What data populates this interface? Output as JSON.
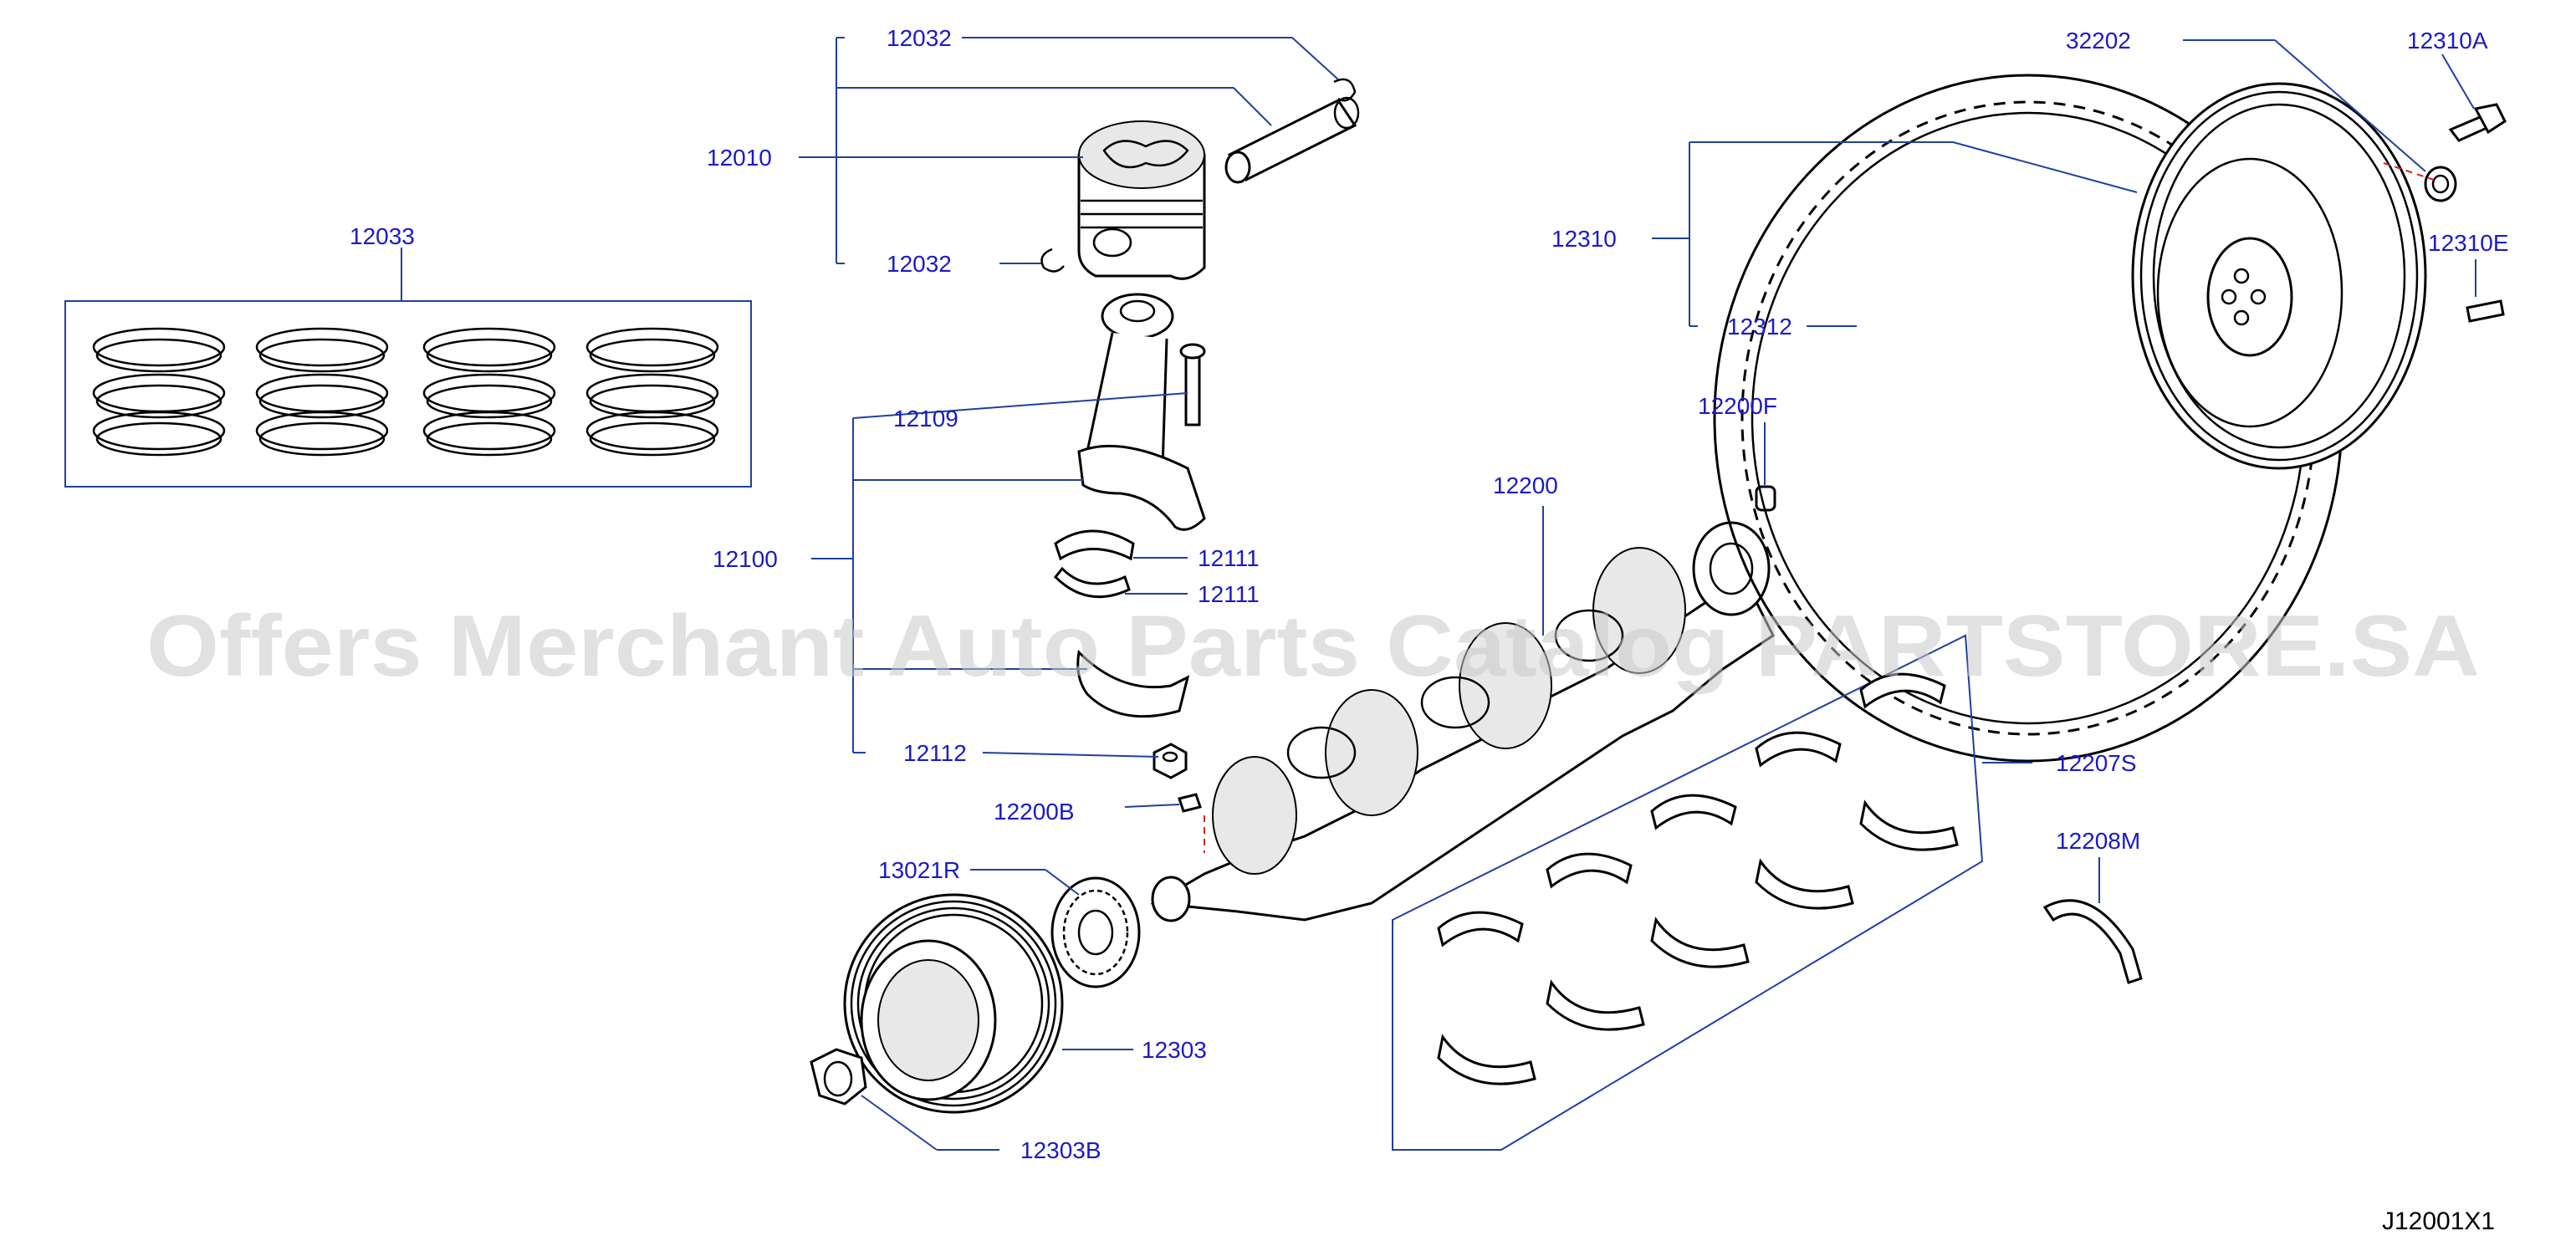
{
  "labels": {
    "l12032a": "12032",
    "l12010": "12010",
    "l12032b": "12032",
    "l12033": "12033",
    "l12109": "12109",
    "l12100": "12100",
    "l12111a": "12111",
    "l12111b": "12111",
    "l12112": "12112",
    "l12200B": "12200B",
    "l13021R": "13021R",
    "l12303": "12303",
    "l12303B": "12303B",
    "l12200": "12200",
    "l12200F": "12200F",
    "l12310": "12310",
    "l12312": "12312",
    "l32202": "32202",
    "l12310A": "12310A",
    "l12310E": "12310E",
    "l12207S": "12207S",
    "l12208M": "12208M"
  },
  "watermark": "Offers Merchant Auto Parts Catalog PARTSTORE.SA",
  "diagram_code": "J12001X1",
  "colors": {
    "label": "#1a1ac8",
    "leader": "#2040a0",
    "watermark": "#c8c8c8",
    "line": "#000000"
  }
}
